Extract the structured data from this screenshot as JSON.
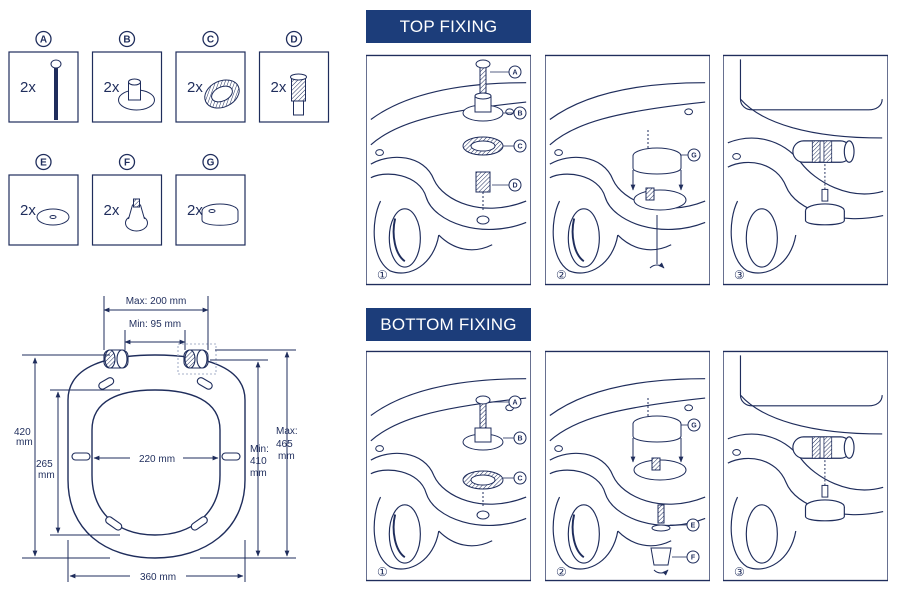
{
  "parts": [
    {
      "letter": "A",
      "qty": "2x",
      "icon": "bolt-icon"
    },
    {
      "letter": "B",
      "qty": "2x",
      "icon": "hinge-post-icon"
    },
    {
      "letter": "C",
      "qty": "2x",
      "icon": "rubber-washer-icon"
    },
    {
      "letter": "D",
      "qty": "2x",
      "icon": "expansion-anchor-icon"
    },
    {
      "letter": "E",
      "qty": "2x",
      "icon": "flat-washer-icon"
    },
    {
      "letter": "F",
      "qty": "2x",
      "icon": "wing-nut-icon"
    },
    {
      "letter": "G",
      "qty": "2x",
      "icon": "cover-cap-icon"
    }
  ],
  "dimensions": {
    "max_width": "Max: 200 mm",
    "min_width": "Min:  95 mm",
    "height_total": [
      "420",
      "mm"
    ],
    "height_inner": [
      "265",
      "mm"
    ],
    "inner_width": "220 mm",
    "min_length": [
      "Min:",
      "410",
      "mm"
    ],
    "max_length": [
      "Max:",
      "465",
      "mm"
    ],
    "outer_width": "360 mm"
  },
  "sections": {
    "top": "TOP FIXING",
    "bottom": "BOTTOM FIXING"
  },
  "steps": [
    "①",
    "②",
    "③"
  ],
  "callouts": {
    "top_1": [
      "A",
      "B",
      "C",
      "D"
    ],
    "top_2": [
      "G"
    ],
    "bottom_1": [
      "A",
      "B",
      "C"
    ],
    "bottom_2": [
      "G",
      "E",
      "F"
    ]
  },
  "colors": {
    "ink": "#1f2d5c",
    "banner": "#1c3d7a",
    "hatch": "#a7b1c9"
  }
}
